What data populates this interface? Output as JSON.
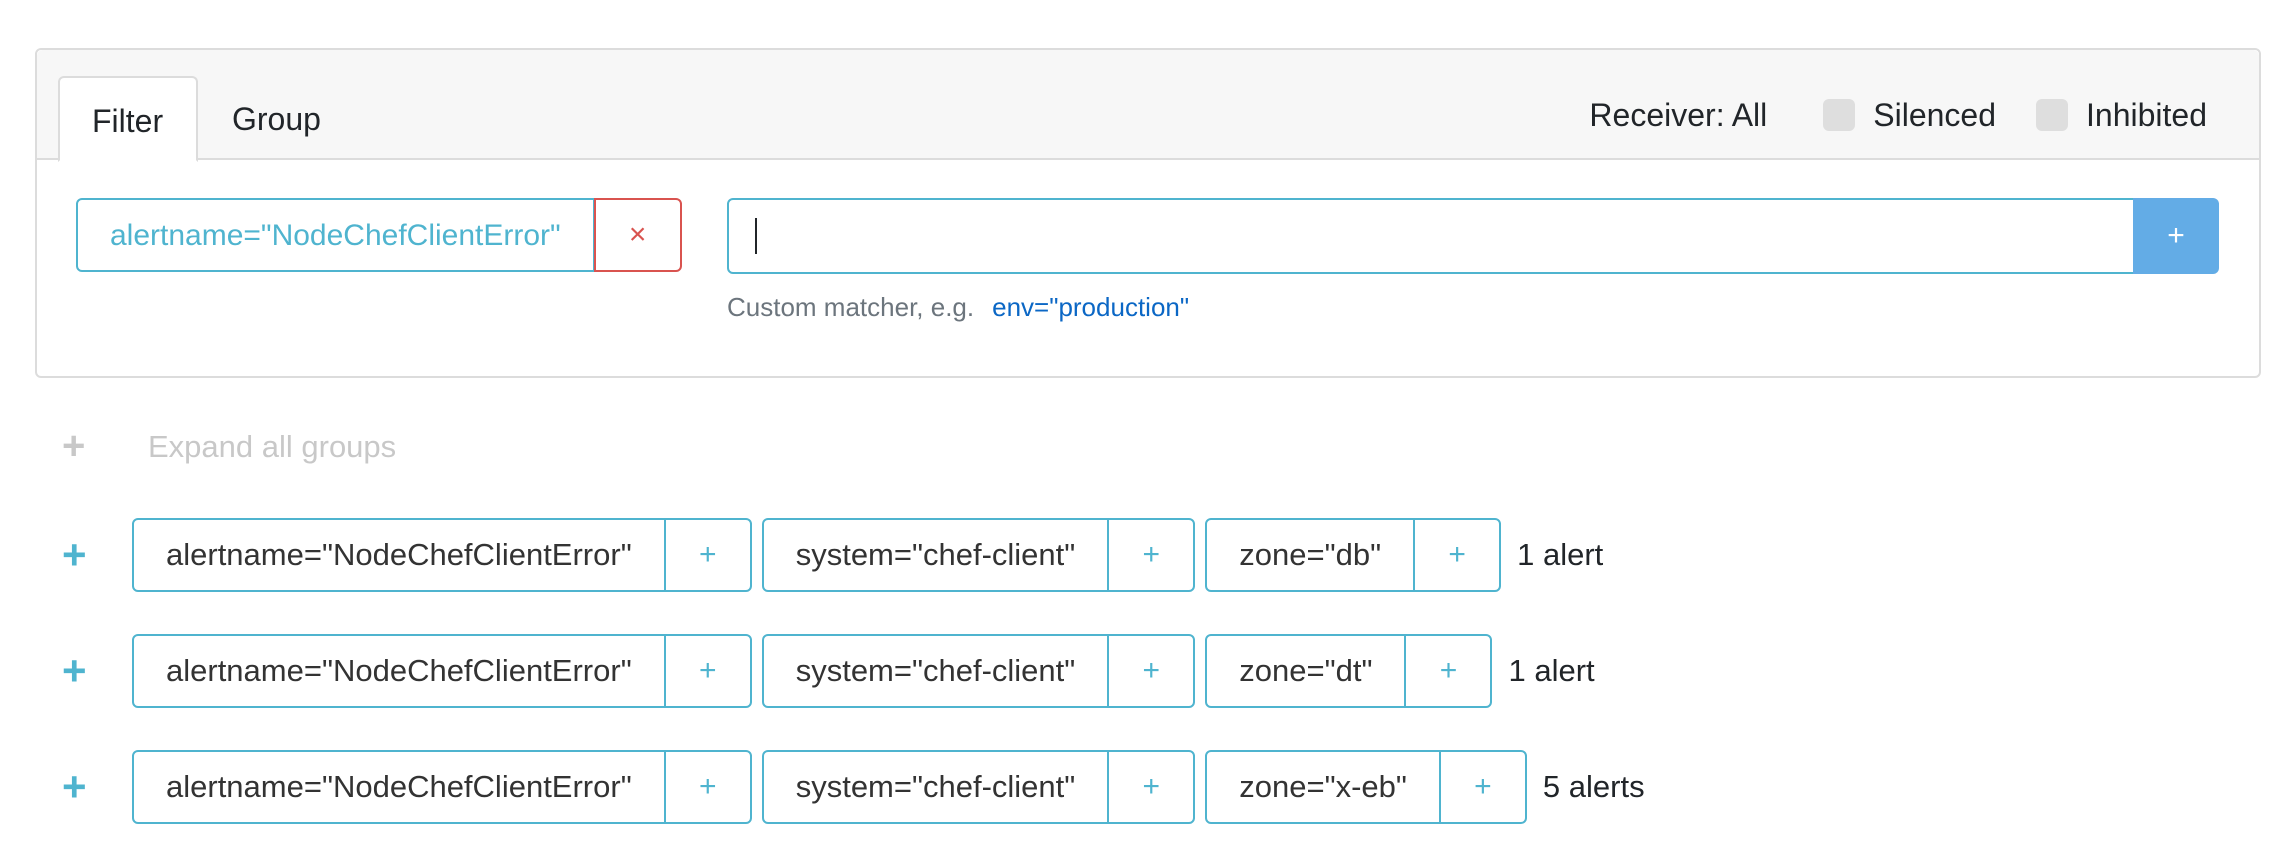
{
  "tabs": {
    "filter": "Filter",
    "group": "Group"
  },
  "header": {
    "receiver": "Receiver: All",
    "silenced": "Silenced",
    "inhibited": "Inhibited"
  },
  "filter": {
    "active_matcher": "alertname=\"NodeChefClientError\"",
    "remove_symbol": "×",
    "input_value": "",
    "add_symbol": "+",
    "hint_text": "Custom matcher, e.g.",
    "hint_example": "env=\"production\""
  },
  "expand": {
    "symbol": "+",
    "label": "Expand all groups"
  },
  "groups": [
    {
      "labels": [
        "alertname=\"NodeChefClientError\"",
        "system=\"chef-client\"",
        "zone=\"db\""
      ],
      "count": "1 alert"
    },
    {
      "labels": [
        "alertname=\"NodeChefClientError\"",
        "system=\"chef-client\"",
        "zone=\"dt\""
      ],
      "count": "1 alert"
    },
    {
      "labels": [
        "alertname=\"NodeChefClientError\"",
        "system=\"chef-client\"",
        "zone=\"x-eb\""
      ],
      "count": "5 alerts"
    }
  ],
  "symbols": {
    "row_plus": "+",
    "label_add": "+"
  },
  "colors": {
    "accent": "#4fb4cf",
    "danger": "#d9534f",
    "primary_button": "#63ace6",
    "link": "#0b67c5"
  }
}
